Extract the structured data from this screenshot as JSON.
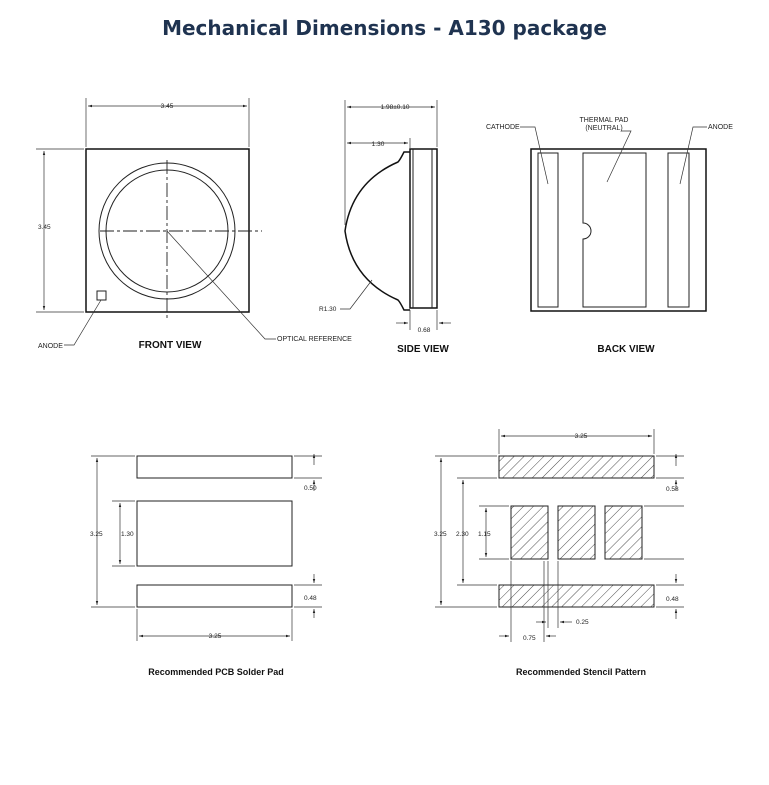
{
  "title": "Mechanical Dimensions - A130 package",
  "front_view": {
    "caption": "FRONT VIEW",
    "width_dim": "3.45",
    "height_dim": "3.45",
    "anode_label": "ANODE",
    "optical_ref_label": "OPTICAL REFERENCE"
  },
  "side_view": {
    "caption": "SIDE VIEW",
    "total_dim": "1.98±0.10",
    "dome_dim": "1.30",
    "radius_dim": "R1.30",
    "base_dim": "0.68"
  },
  "back_view": {
    "caption": "BACK VIEW",
    "cathode_label": "CATHODE",
    "thermal_pad_label": "THERMAL PAD",
    "thermal_pad_sub": "(NEUTRAL)",
    "anode_label": "ANODE"
  },
  "pcb_pad": {
    "caption": "Recommended PCB Solder Pad",
    "width_dim": "3.25",
    "total_height_dim": "3.25",
    "center_height_dim": "1.30",
    "top_pad_dim": "0.50",
    "bottom_pad_dim": "0.48"
  },
  "stencil": {
    "caption": "Recommended Stencil Pattern",
    "width_dim": "3.25",
    "total_height_dim": "3.25",
    "inner_height_dim": "2.30",
    "center_height_dim": "1.15",
    "top_pad_dim": "0.58",
    "bottom_pad_dim": "0.48",
    "gap_dim": "0.25",
    "offset_dim": "0.75"
  }
}
